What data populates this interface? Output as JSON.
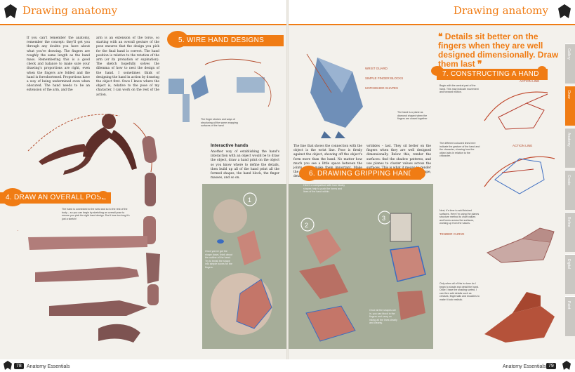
{
  "header": {
    "left_title": "Drawing anatomy",
    "right_title": "Drawing anatomy"
  },
  "footer": {
    "left_page": "78",
    "left_text": "Anatomy Essentials",
    "right_text": "Anatomy Essentials",
    "right_page": "79"
  },
  "intro": {
    "col1": "If you can't remember the anatomy, remember the concept: they'll get you through any doubts you have about what you're drawing. The fingers are roughly the same length as the hand mass. Remembering this is a good check and balance to make sure your drawing's proportions are right, even when the fingers are folded and the hand is foreshortened. Proportions have a way of being undermined even when obscured. The hand needs to be an extension of the arm, and the",
    "col2": "arm is an extension of the torso, so starting with an overall gesture of the pose ensures that the design you pick for the final hand is correct. The hand position is relative to the rotation of the arm (or its pronation or supination). The sketch hopefully solves the dilemma of how to nest the design of the hand. I sometimes think of designing the hand in action by drawing the object first. Once I know where the object is, relative to the pose of my character, I can work on the rest of the action."
  },
  "sections": {
    "draw_pose": "4. DRAW AN OVERALL POSE",
    "wire_hand": "5. WIRE HAND DESIGNS",
    "constructing": "7. CONSTRUCTING A HAND",
    "gripping": "6. DRAWING GRIPPING HANDS"
  },
  "pull_quote": "Details sit better on the fingers when they are well designed dimensionally. Draw them last",
  "interactive": {
    "heading": "Interactive hands",
    "col1": "Another way of establishing the hand's interaction with an object would be to draw the object, draw a hand print on the object so you know where to define the details, then build up all of the hand print all the formed shapes, the hand block, the finger masses, and so on.",
    "col2": "The line that shows the connection with the object is the wrist line. Pose is firmly against the object, showing off the object's form more than the hand. No matter how much you see a little space between the joints, don't make them important. Make the wrist line clear with the actions. Draw details – fingernails, knuckles,",
    "col3": "wrinkles – last. They sit better on the fingers when they are well designed dimensionally. Below this, render the surfaces: find the shadow patterns, and use planes to cluster values across the surfaces. This is what it means to render a form: making a stronger visible shape, not adding details."
  },
  "captions": {
    "pose": "The hand is connected to the wrist and so to the rest of the body – so you can begin by sketching an overall pose to ensure you pick the right hand design. Don't lose too long it's just a sketch!",
    "wire_left": "The finger strokes and ways of structuring all the same wrapping surfaces of the hand",
    "wire_right": "The hand is a plane as diamond shaped when the fingers are closed together",
    "construct_a": "Begin with the central part of the hand. This may indicate movement and forward motion.",
    "construct_b": "The different coloured lines here indicate the gesture of the hand and the character, showing how the object acts in relation to the character.",
    "construct_c": "Next, it's time to add finished surfaces. Here I'm using the planes structure method to chart values and forms across the surfaces, working up from the values.",
    "construct_d": "Only when all of this is done do I begin to shade and detail the hand. Once I have the shading sorted, I can then add details such as creases, fingernails and knuckles to make it look realistic.",
    "grip_a": "Once you've got the shape down, think about the outline of the hand. Try to break the shape into simple boxes for the fingers.",
    "grip_b": "Here's a comparison with how blocky shapes help to push the forms and lines of the hand within.",
    "grip_c": "Once all the shapes are in, you can block in the fingers and carry on inking all the lines clearly and cleanly."
  },
  "sketch_notes": {
    "wire_1": "WRIST GUARD",
    "wire_2": "SIMPLE FINGER BLOCKS",
    "wire_3": "UNFINISHED SHAPES",
    "construct_1": "ACTION LINE",
    "construct_2": "ACTION LINE",
    "construct_3": "TENDER CURVE"
  },
  "step_numbers": [
    "1",
    "2",
    "3"
  ],
  "tabs": [
    "Gallery",
    "Draw",
    "Anatomy",
    "Create",
    "Refine",
    "Digital",
    "Paint"
  ],
  "colors": {
    "accent": "#f07c14",
    "panel": "#a6ad99",
    "paper": "#f3f1ec"
  }
}
